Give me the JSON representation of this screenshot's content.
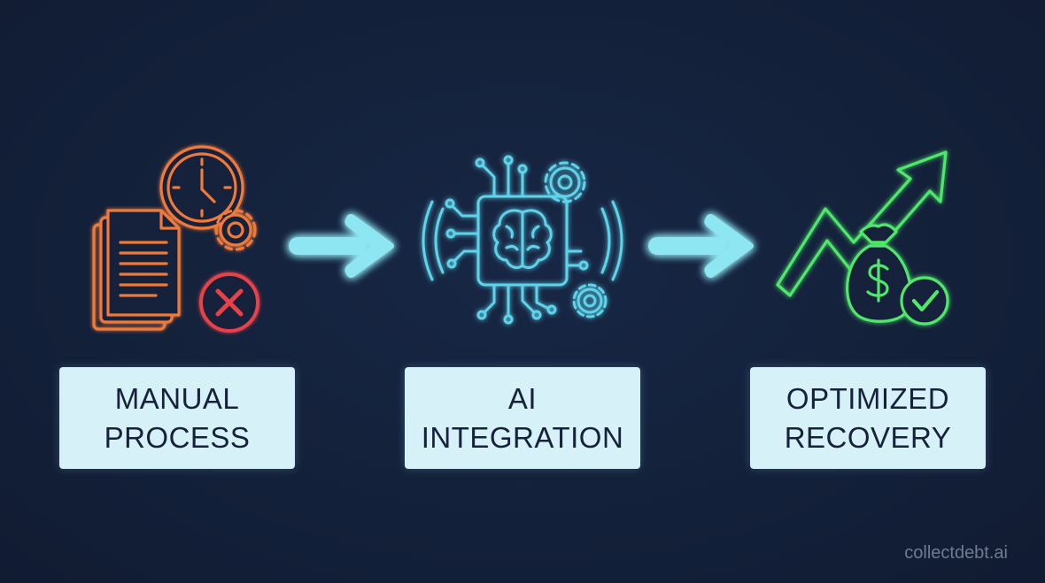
{
  "diagram": {
    "stages": [
      {
        "lines": [
          "MANUAL",
          "PROCESS"
        ],
        "icon": "documents-clock-gear-error-icon",
        "color": "#f07a3a"
      },
      {
        "lines": [
          "AI",
          "INTEGRATION"
        ],
        "icon": "ai-brain-chip-icon",
        "color": "#5fd3ea"
      },
      {
        "lines": [
          "OPTIMIZED",
          "RECOVERY"
        ],
        "icon": "growth-arrow-money-bag-check-icon",
        "color": "#4fe86a"
      }
    ],
    "connectors": [
      {
        "icon": "arrow-right-icon",
        "color": "#8fe6f3"
      },
      {
        "icon": "arrow-right-icon",
        "color": "#8fe6f3"
      }
    ],
    "accents": {
      "error": "#e8434a",
      "label_bg": "#d6f1f8",
      "label_text": "#16223b",
      "background": "#13203a"
    }
  },
  "watermark": "collectdebt.ai"
}
